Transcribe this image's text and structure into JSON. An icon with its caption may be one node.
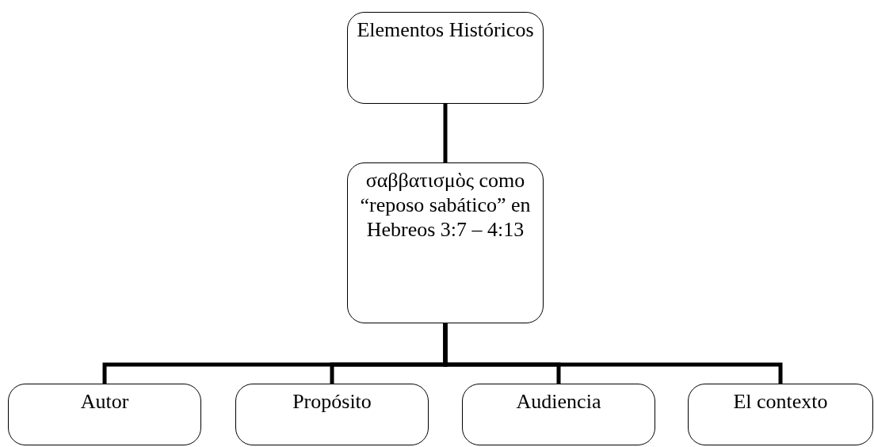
{
  "diagram": {
    "nodes": [
      {
        "text": [
          "Elementos Históricos"
        ]
      },
      {
        "text": [
          "σαββατισμὸς como “reposo sabático” en Hebreos 3:7 – 4:13"
        ]
      },
      {
        "text": [
          "Autor"
        ]
      },
      {
        "text": [
          "Propósito"
        ]
      },
      {
        "text": [
          "Audiencia"
        ]
      },
      {
        "text": [
          "El contexto"
        ]
      }
    ],
    "edges": [
      {
        "from": 0,
        "to": 1,
        "arrow": "none"
      },
      {
        "from": 1,
        "to": 2,
        "arrow": "none"
      },
      {
        "from": 1,
        "to": 3,
        "arrow": "none"
      },
      {
        "from": 1,
        "to": 4,
        "arrow": "none"
      },
      {
        "from": 1,
        "to": 5,
        "arrow": "none"
      }
    ]
  }
}
